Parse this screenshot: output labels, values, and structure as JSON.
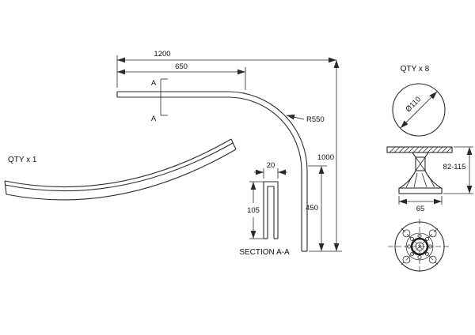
{
  "drawing": {
    "colors": {
      "line": "#2a2a2a",
      "background": "#ffffff"
    },
    "plan": {
      "dim_total_width": "1200",
      "dim_partial_width": "650",
      "dim_total_height": "1000",
      "dim_partial_height": "450",
      "radius_label": "R550",
      "section_marker_top": "A",
      "section_marker_bottom": "A"
    },
    "section": {
      "dim_width": "20",
      "dim_height": "105",
      "title": "SECTION A-A"
    },
    "tray_perspective": {
      "qty_label": "QTY x 1"
    },
    "leg": {
      "qty_label": "QTY x 8",
      "dim_diameter": "Ø110",
      "dim_height_range": "82-115",
      "dim_base_width": "65"
    }
  }
}
